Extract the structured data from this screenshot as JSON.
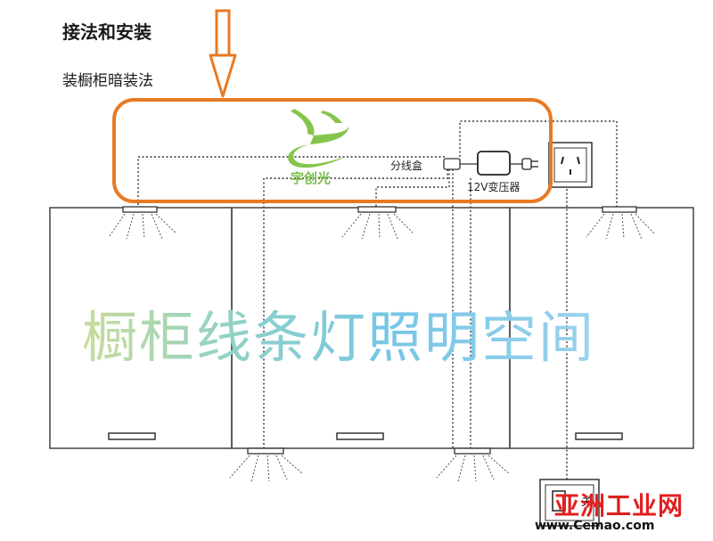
{
  "header": {
    "title": "接法和安装",
    "subtitle": "装橱柜暗装法"
  },
  "labels": {
    "junction_box": "分线盒",
    "transformer": "12V变压器",
    "switch": "关"
  },
  "brand": {
    "name": "宇创光",
    "color": "#7cc04b"
  },
  "overlay_text": "橱柜线条灯照明空间",
  "watermark": {
    "name": "亚洲工业网",
    "url": "www.Cemao.com",
    "color": "#e02020"
  },
  "colors": {
    "highlight_border": "#e87a24",
    "arrow": "#e87a24"
  }
}
